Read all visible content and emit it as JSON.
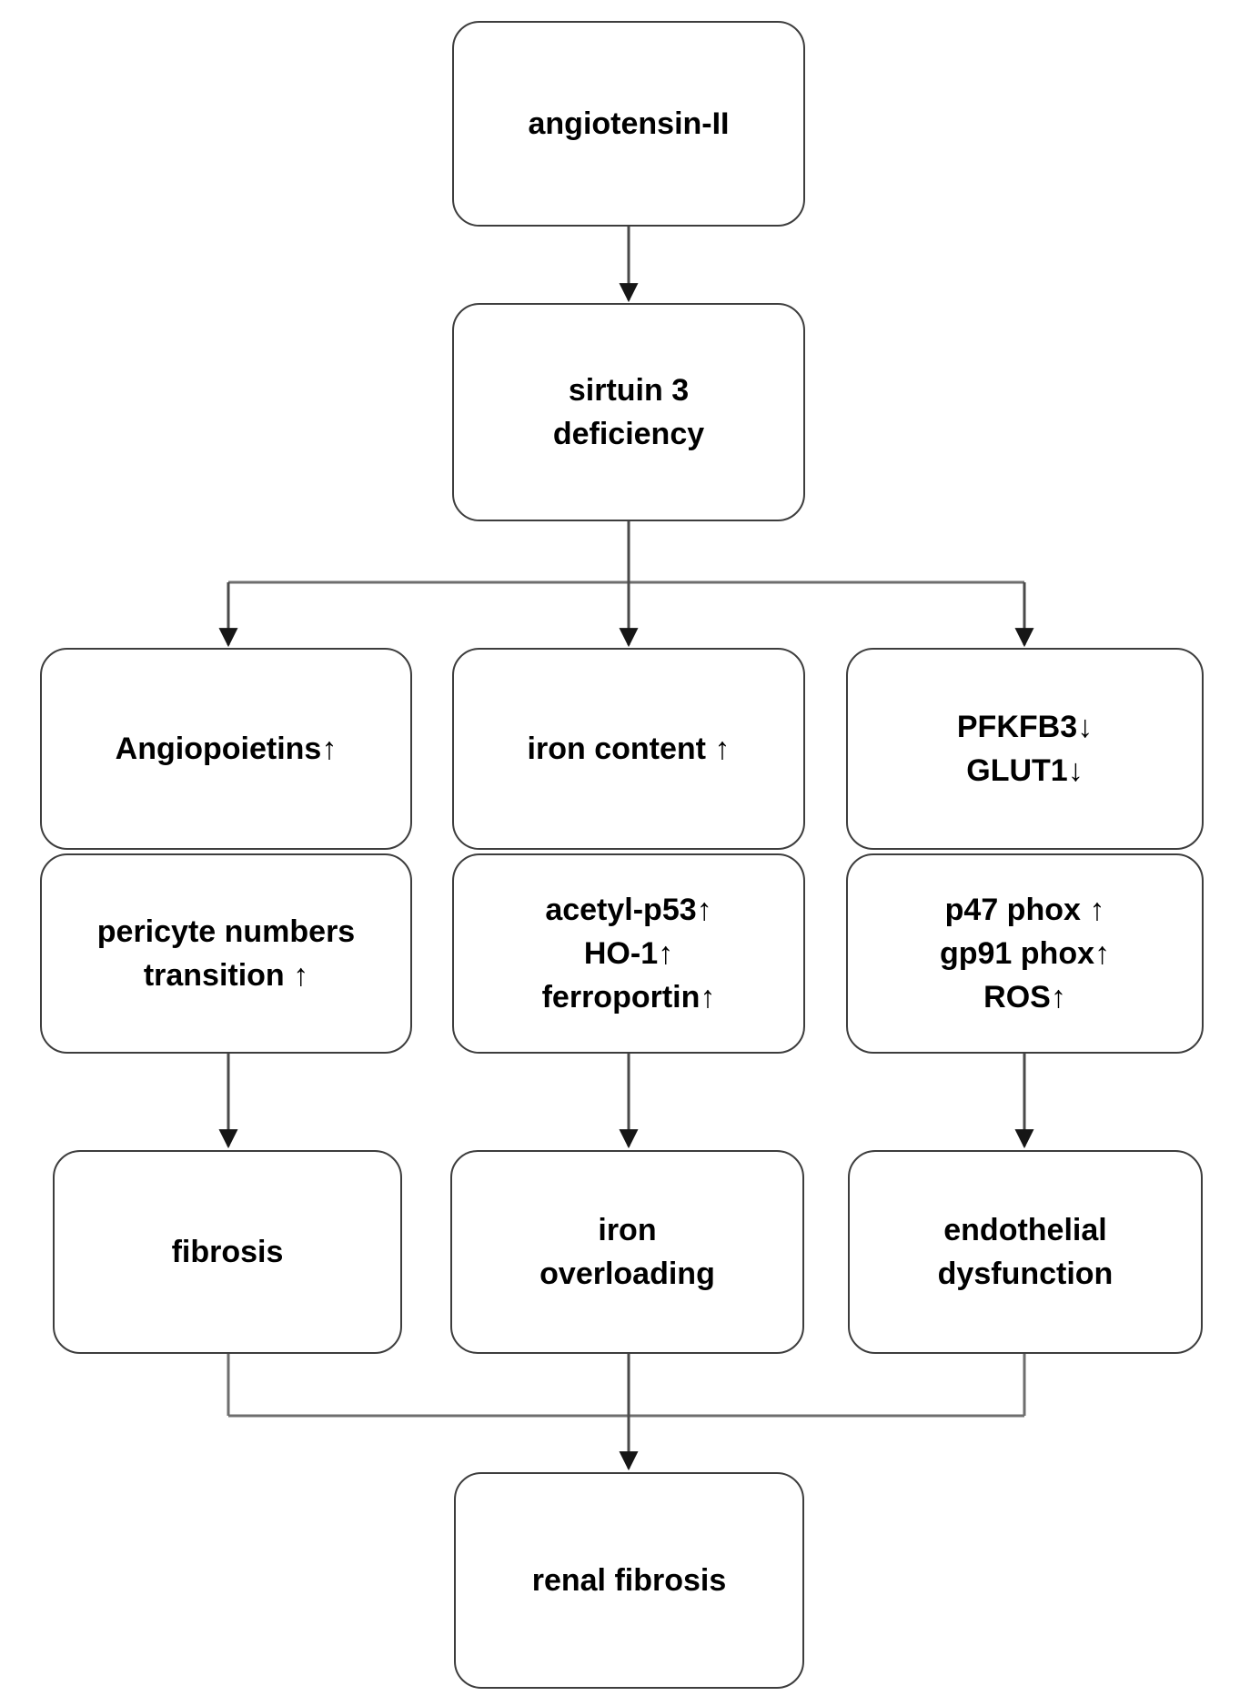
{
  "figure": {
    "type": "flowchart",
    "background": "#ffffff",
    "colors": {
      "box_border": "#3d3d3d",
      "box_fill": "#ffffff",
      "text": "#000000",
      "connector_dark": "#4a4a4a",
      "connector_gray": "#6e6e6e",
      "arrowhead": "#161616"
    },
    "nodes": {
      "angiotensin": {
        "label": "angiotensin-II"
      },
      "sirtuin": {
        "label": "sirtuin 3\ndeficiency"
      },
      "angiopoietins": {
        "label": "Angiopoietins↑"
      },
      "iron_content": {
        "label": "iron content ↑"
      },
      "pfkfb3_glut1": {
        "label": "PFKFB3↓\nGLUT1↓"
      },
      "pericyte": {
        "label": "pericyte numbers\ntransition ↑"
      },
      "acetyl_ho1_ferroportin": {
        "label": "acetyl-p53↑\nHO-1↑\nferroportin↑"
      },
      "phox_ros": {
        "label": "p47 phox ↑\ngp91 phox↑\nROS↑"
      },
      "fibrosis": {
        "label": "fibrosis"
      },
      "iron_overloading": {
        "label": "iron\noverloading"
      },
      "endothelial": {
        "label": "endothelial\ndysfunction"
      },
      "renal_fibrosis": {
        "label": "renal fibrosis"
      }
    },
    "edges": [
      {
        "from": "angiotensin-II",
        "to": "sirtuin 3 deficiency"
      },
      {
        "from": "sirtuin 3 deficiency",
        "to": "Angiopoietins↑"
      },
      {
        "from": "sirtuin 3 deficiency",
        "to": "iron content ↑"
      },
      {
        "from": "sirtuin 3 deficiency",
        "to": "PFKFB3↓ GLUT1↓"
      },
      {
        "from": "pericyte numbers transition ↑",
        "to": "fibrosis"
      },
      {
        "from": "acetyl-p53↑ HO-1↑ ferroportin↑",
        "to": "iron overloading"
      },
      {
        "from": "p47 phox ↑ gp91 phox↑ ROS↑",
        "to": "endothelial dysfunction"
      },
      {
        "from": "fibrosis",
        "to": "renal fibrosis"
      },
      {
        "from": "iron overloading",
        "to": "renal fibrosis"
      },
      {
        "from": "endothelial dysfunction",
        "to": "renal fibrosis"
      }
    ]
  }
}
